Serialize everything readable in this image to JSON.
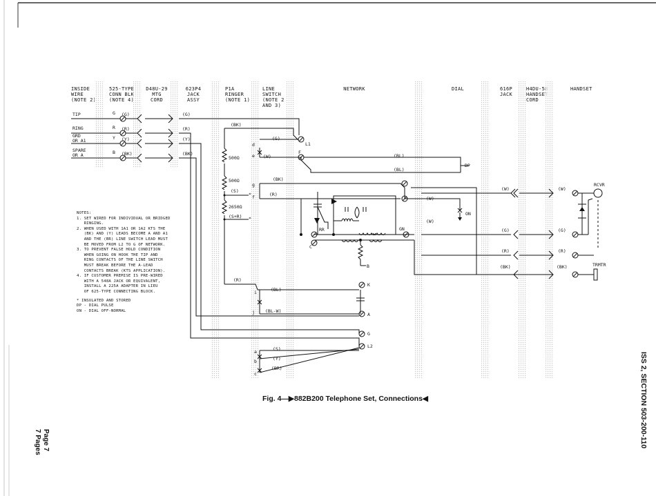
{
  "headers": {
    "inside_wire": "INSIDE\nWIRE\n(NOTE 2)",
    "conn_blk": "525-TYPE\nCONN BLK\n(NOTE 4)",
    "mtg_cord": "D48U-29\nMTG\nCORD",
    "jack_assy": "623P4\nJACK\nASSY",
    "ringer": "P1A\nRINGER\n(NOTE 1)",
    "line_switch": "LINE\nSWITCH\n(NOTE 2\nAND 3)",
    "network": "NETWORK",
    "dial": "DIAL",
    "jack": "616P\nJACK",
    "handset_cord": "H4DU-58\nHANDSET\nCORD",
    "handset": "HANDSET"
  },
  "inside_wire_labels": [
    "TIP",
    "RING",
    "GRD\nOR A1",
    "SPARE\nOR A"
  ],
  "conn_terminals": [
    "G",
    "R",
    "Y",
    "B"
  ],
  "conn_leads": [
    "(G)",
    "(R)",
    "(Y)",
    "(BK)"
  ],
  "jack_leads": [
    "(G)",
    "(R)",
    "(Y)",
    "(BK)"
  ],
  "ringer": {
    "bk_lead": "(BK)",
    "r1": "500Ω",
    "r2": "500Ω",
    "s_lead": "(S)",
    "r3": "2650Ω",
    "sr_lead": "(S+R)",
    "r_lead": "(R)",
    "star": "*"
  },
  "line_switch": {
    "contacts": [
      "d",
      "e",
      "g",
      "f",
      "i",
      "j",
      "a",
      "b",
      "c"
    ],
    "g_lead": "(G)",
    "w_lead": "(W)",
    "bk_lead": "(BK)",
    "r_lead": "(R)",
    "bl_lead": "(BL)",
    "blw_lead": "(BL-W)",
    "s_lead": "(S)",
    "y_lead": "(Y)",
    "br_lead": "(BR)"
  },
  "network": {
    "terminals": [
      "L1",
      "F",
      "RR",
      "C",
      "GN",
      "B",
      "K",
      "A",
      "G",
      "L2"
    ],
    "leads": {
      "bl1": "(BL)",
      "bl2": "(BL)",
      "w1": "(W)",
      "w2": "(W)"
    }
  },
  "dial": {
    "dp": "DP",
    "on": "ON"
  },
  "handset_leads": {
    "left": [
      "(W)",
      "(G)",
      "(R)",
      "(BK)"
    ],
    "right": [
      "(W)",
      "(G)",
      "(R)",
      "(BK)"
    ],
    "rcvr": "RCVR",
    "trmtr": "TRMTR"
  },
  "notes": {
    "title": "NOTES:",
    "lines": [
      "1. SET WIRED FOR INDIVIDUAL OR BRIDGED",
      "   RINGING.",
      "2. WHEN USED WITH 1A1 OR 1A2 KTS THE",
      "   (BK) AND (Y) LEADS BECOME A AND A1",
      "   AND THE (BR) LINE SWITCH LEAD MUST",
      "   BE MOVED FROM L2 TO G OF NETWORK.",
      "3. TO PREVENT FALSE HOLD CONDITION",
      "   WHEN GOING ON HOOK THE TIP AND",
      "   RING CONTACTS OF THE LINE SWITCH",
      "   MUST BREAK BEFORE THE A-LEAD",
      "   CONTACTS BREAK (KTS APPLICATION).",
      "4. IF CUSTOMER PREMISE IS PRE-WIRED",
      "   WITH A 548A JACK OR EQUIVALENT,",
      "   INSTALL A 225A ADAPTER IN LIEU",
      "   OF 625-TYPE CONNECTING BLOCK."
    ],
    "legend": [
      "* INSULATED AND STORED",
      "DP - DIAL PULSE",
      "ON - DIAL OFF-NORMAL"
    ]
  },
  "caption": "Fig. 4—▶882B200 Telephone Set, Connections◀",
  "side_right": "ISS 2, SECTION 503-200-110",
  "side_left": [
    "Page 7",
    "7 Pages"
  ]
}
